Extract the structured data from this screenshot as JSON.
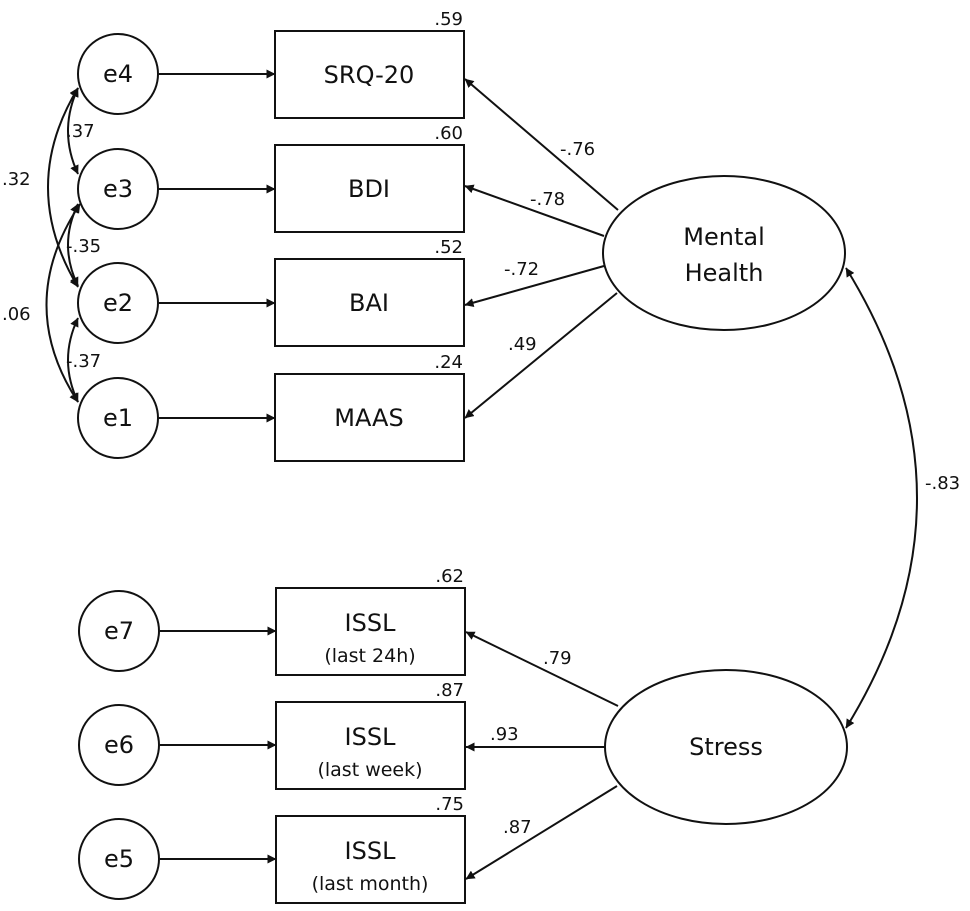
{
  "colors": {
    "stroke": "#111111",
    "background": "#ffffff"
  },
  "latents": {
    "mental_health": {
      "line1": "Mental",
      "line2": "Health"
    },
    "stress": {
      "line1": "Stress"
    }
  },
  "indicators": {
    "srq20": {
      "label": "SRQ-20",
      "r2": ".59"
    },
    "bdi": {
      "label": "BDI",
      "r2": ".60"
    },
    "bai": {
      "label": "BAI",
      "r2": ".52"
    },
    "maas": {
      "label": "MAAS",
      "r2": ".24"
    },
    "issl24": {
      "line1": "ISSL",
      "line2": "(last 24h)",
      "r2": ".62"
    },
    "isslweek": {
      "line1": "ISSL",
      "line2": "(last week)",
      "r2": ".87"
    },
    "isslmonth": {
      "line1": "ISSL",
      "line2": "(last month)",
      "r2": ".75"
    }
  },
  "errors": {
    "e4": "e4",
    "e3": "e3",
    "e2": "e2",
    "e1": "e1",
    "e7": "e7",
    "e6": "e6",
    "e5": "e5"
  },
  "loadings": {
    "mh_srq20": "-.76",
    "mh_bdi": "-.78",
    "mh_bai": "-.72",
    "mh_maas": ".49",
    "st_issl24": ".79",
    "st_isslweek": ".93",
    "st_isslmonth": ".87"
  },
  "covariances": {
    "e4_e3": ".37",
    "e4_e2": ".32",
    "e3_e2": "-.35",
    "e3_e1": ".06",
    "e2_e1": "-.37",
    "mh_stress": "-.83"
  }
}
